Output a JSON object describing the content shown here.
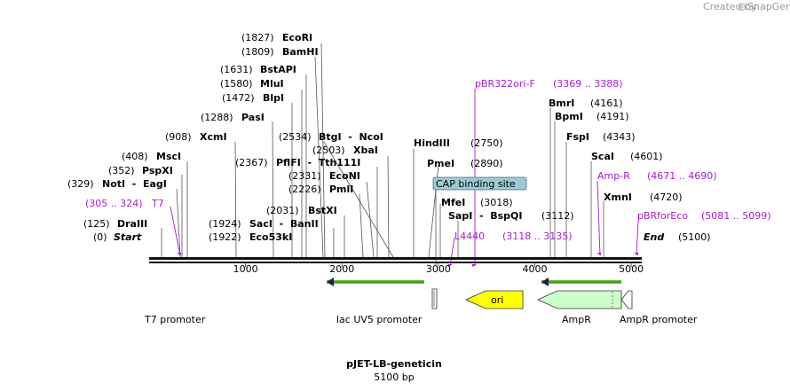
{
  "header": {
    "credit": "Created by",
    "brand": "SnapGene"
  },
  "map": {
    "title": "pJET-LB-geneticin",
    "length_label": "5100 bp",
    "sequence_length": 5100
  },
  "ruler": {
    "ticks": [
      {
        "label": "1000",
        "pos": 1000
      },
      {
        "label": "2000",
        "pos": 2000
      },
      {
        "label": "3000",
        "pos": 3000
      },
      {
        "label": "4000",
        "pos": 4000
      },
      {
        "label": "5000",
        "pos": 5000
      }
    ]
  },
  "sites": [
    {
      "id": "ecori",
      "label": "EcoRI",
      "pos": 1827,
      "pos_text": "(1827)"
    },
    {
      "id": "bamhi",
      "label": "BamHI",
      "pos": 1809,
      "pos_text": "(1809)"
    },
    {
      "id": "bstapi",
      "label": "BstAPI",
      "pos": 1631,
      "pos_text": "(1631)"
    },
    {
      "id": "mlui",
      "label": "MluI",
      "pos": 1580,
      "pos_text": "(1580)"
    },
    {
      "id": "blpi",
      "label": "BlpI",
      "pos": 1472,
      "pos_text": "(1472)"
    },
    {
      "id": "pasi",
      "label": "PasI",
      "pos": 1288,
      "pos_text": "(1288)"
    },
    {
      "id": "xcmi",
      "label": "XcmI",
      "pos": 908,
      "pos_text": "(908)"
    },
    {
      "id": "msci",
      "label": "MscI",
      "pos": 408,
      "pos_text": "(408)"
    },
    {
      "id": "pspxi",
      "label": "PspXI",
      "pos": 352,
      "pos_text": "(352)"
    },
    {
      "id": "noti-eagi",
      "label": "NotI  -  EagI",
      "pos": 329,
      "pos_text": "(329)"
    },
    {
      "id": "draiii",
      "label": "DraIII",
      "pos": 125,
      "pos_text": "(125)"
    },
    {
      "id": "start",
      "label": "Start",
      "pos": 0,
      "pos_text": "(0)"
    },
    {
      "id": "btgi-ncoi",
      "label": "BtgI  -  NcoI",
      "pos": 2534,
      "pos_text": "(2534)"
    },
    {
      "id": "xbai",
      "label": "XbaI",
      "pos": 2503,
      "pos_text": "(2503)"
    },
    {
      "id": "pflfi",
      "label": "PflFI  -  Tth111I",
      "pos": 2367,
      "pos_text": "(2367)"
    },
    {
      "id": "econi",
      "label": "EcoNI",
      "pos": 2331,
      "pos_text": "(2331)"
    },
    {
      "id": "pmli",
      "label": "PmlI",
      "pos": 2226,
      "pos_text": "(2226)"
    },
    {
      "id": "bstxi",
      "label": "BstXI",
      "pos": 2031,
      "pos_text": "(2031)"
    },
    {
      "id": "saci-banii",
      "label": "SacI  -  BanII",
      "pos": 1924,
      "pos_text": "(1924)"
    },
    {
      "id": "eco53ki",
      "label": "Eco53kI",
      "pos": 1922,
      "pos_text": "(1922)"
    },
    {
      "id": "hindiii",
      "label": "HindIII",
      "pos": 2750,
      "pos_text": "(2750)"
    },
    {
      "id": "pmei",
      "label": "PmeI",
      "pos": 2890,
      "pos_text": "(2890)"
    },
    {
      "id": "mfei",
      "label": "MfeI",
      "pos": 3018,
      "pos_text": "(3018)"
    },
    {
      "id": "sapi-bspqi",
      "label": "SapI  -  BspQI",
      "pos": 3112,
      "pos_text": "(3112)"
    },
    {
      "id": "bmri",
      "label": "BmrI",
      "pos": 4161,
      "pos_text": "(4161)"
    },
    {
      "id": "bpmi",
      "label": "BpmI",
      "pos": 4191,
      "pos_text": "(4191)"
    },
    {
      "id": "fspi",
      "label": "FspI",
      "pos": 4343,
      "pos_text": "(4343)"
    },
    {
      "id": "scai",
      "label": "ScaI",
      "pos": 4601,
      "pos_text": "(4601)"
    },
    {
      "id": "xmni",
      "label": "XmnI",
      "pos": 4720,
      "pos_text": "(4720)"
    },
    {
      "id": "end",
      "label": "End",
      "pos": 5100,
      "pos_text": "(5100)"
    }
  ],
  "primers": [
    {
      "id": "t7",
      "label": "T7",
      "range": "(305 .. 324)",
      "pos": 314
    },
    {
      "id": "pbr322ori-f",
      "label": "pBR322ori-F",
      "range": "(3369 .. 3388)",
      "pos": 3378
    },
    {
      "id": "l4440",
      "label": "L4440",
      "range": "(3118 .. 3135)",
      "pos": 3126
    },
    {
      "id": "amp-r",
      "label": "Amp-R",
      "range": "(4671 .. 4690)",
      "pos": 4680
    },
    {
      "id": "pbrforeco",
      "label": "pBRforEco",
      "range": "(5081 .. 5099)",
      "pos": 5090
    }
  ],
  "callout": {
    "label": "CAP binding site"
  },
  "features": [
    {
      "id": "t7-promoter",
      "label": "T7 promoter",
      "color": "#ffffff"
    },
    {
      "id": "lac-uv5-promoter",
      "label": "lac UV5 promoter",
      "color": "#ffffff"
    },
    {
      "id": "ori",
      "label": "ori",
      "color": "#ffff00"
    },
    {
      "id": "ampr",
      "label": "AmpR",
      "color": "#ccffcc"
    },
    {
      "id": "ampr-promoter",
      "label": "AmpR promoter",
      "color": "#ffffff"
    }
  ],
  "colors": {
    "primer": "#a21ecc",
    "callout": "#9ecad6",
    "arrow_line": "#66bb33"
  }
}
